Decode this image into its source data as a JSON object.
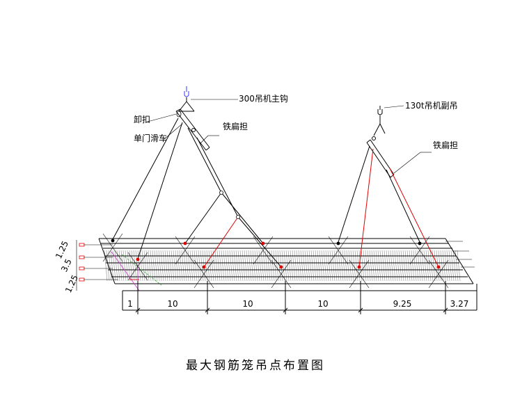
{
  "labels": {
    "main_hook": "300吊机主钩",
    "shackle": "卸扣",
    "single_pulley": "单门滑车",
    "flat_bar_left": "铁扁担",
    "aux_hook": "130t吊机副吊",
    "flat_bar_right": "铁扁担"
  },
  "vertical_dims": [
    "1.25",
    "3.5",
    "1.25"
  ],
  "horizontal_dims": [
    "1",
    "10",
    "10",
    "10",
    "9.25",
    "3.27"
  ],
  "caption": "最大钢筋笼吊点布置图",
  "colors": {
    "line": "#000000",
    "lifting_red": "#e00000",
    "cage_hatch": "#9a9a9a",
    "hook_blue": "#3a3aff",
    "guide_magenta": "#cc33cc",
    "guide_green": "#33aa33"
  }
}
